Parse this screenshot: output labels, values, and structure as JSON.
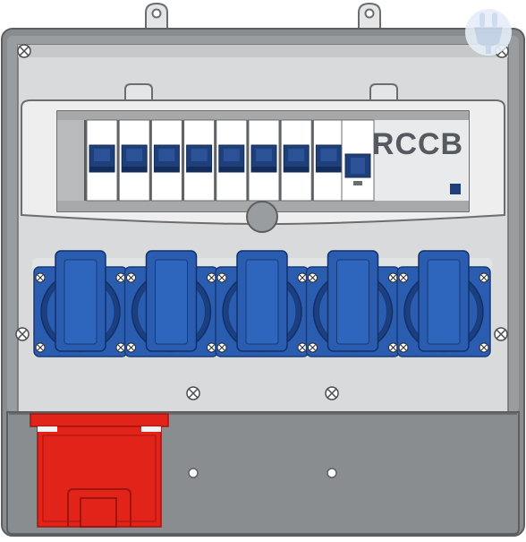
{
  "panel": {
    "rccb_label": "RCCB",
    "breaker_count": 8,
    "socket_count": 5,
    "cee_socket_count": 1
  },
  "colors": {
    "enclosure": "#8a8d90",
    "enclosure_light": "#d7d8d9",
    "cover": "#e8e9ea",
    "breaker_face": "#ffffff",
    "breaker_toggle": "#1f3f7a",
    "socket_blue": "#2a5db0",
    "socket_blue_dark": "#1c3f80",
    "cee_red": "#e2231a",
    "watermark": "#c9d9ee"
  },
  "icons": {
    "watermark": "plug-watermark-icon",
    "screw": "screw-icon"
  }
}
